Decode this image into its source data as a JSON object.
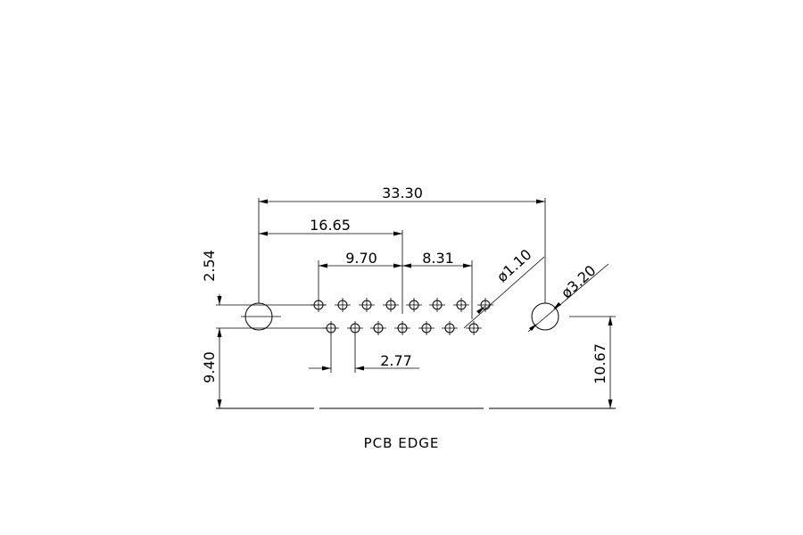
{
  "drawing": {
    "dims": {
      "overall_width": "33.30",
      "half_width": "16.65",
      "row1_span_left": "9.70",
      "row1_span_right": "8.31",
      "small_hole_dia": "ø1.10",
      "mount_hole_dia": "ø3.20",
      "row_pitch": "2.54",
      "to_edge_left": "9.40",
      "to_edge_right": "10.67",
      "pin_pitch": "2.77"
    },
    "caption": "PCB EDGE"
  },
  "colors": {
    "line": "#000000",
    "background": "#ffffff"
  }
}
